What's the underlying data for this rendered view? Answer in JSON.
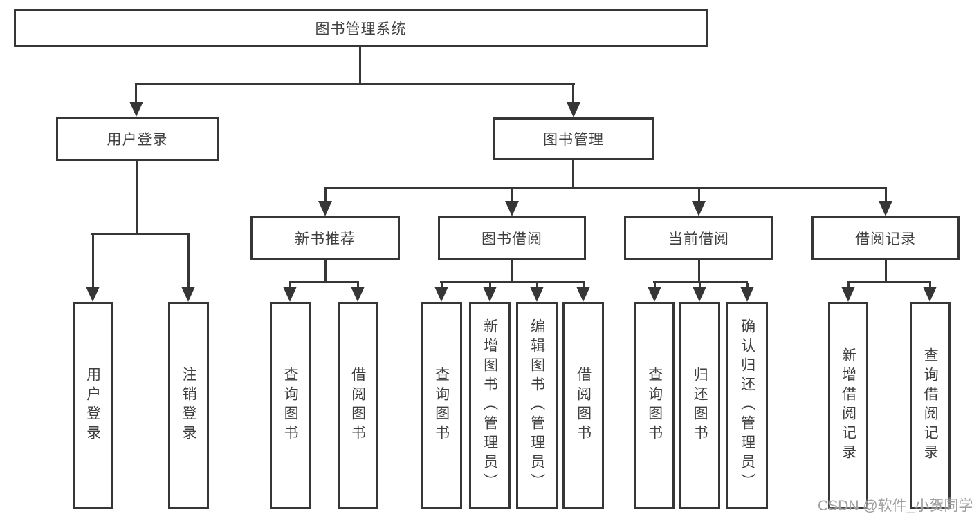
{
  "diagram": {
    "type": "hierarchy-tree",
    "root": {
      "label": "图书管理系统"
    },
    "level2": [
      {
        "id": "user-login",
        "label": "用户登录",
        "parent": "图书管理系统"
      },
      {
        "id": "book-management",
        "label": "图书管理",
        "parent": "图书管理系统"
      }
    ],
    "level3": [
      {
        "id": "new-book-recommendation",
        "label": "新书推荐",
        "parent": "图书管理"
      },
      {
        "id": "book-borrowing",
        "label": "图书借阅",
        "parent": "图书管理"
      },
      {
        "id": "current-borrowing",
        "label": "当前借阅",
        "parent": "图书管理"
      },
      {
        "id": "borrowing-records",
        "label": "借阅记录",
        "parent": "图书管理"
      }
    ],
    "leaves": [
      {
        "label": "用户登录",
        "parent": "用户登录"
      },
      {
        "label": "注销登录",
        "parent": "用户登录"
      },
      {
        "label": "查询图书",
        "parent": "新书推荐"
      },
      {
        "label": "借阅图书",
        "parent": "新书推荐"
      },
      {
        "label": "查询图书",
        "parent": "图书借阅"
      },
      {
        "label": "新增图书（管理员）",
        "parent": "图书借阅"
      },
      {
        "label": "编辑图书（管理员）",
        "parent": "图书借阅"
      },
      {
        "label": "借阅图书",
        "parent": "图书借阅"
      },
      {
        "label": "查询图书",
        "parent": "当前借阅"
      },
      {
        "label": "归还图书",
        "parent": "当前借阅"
      },
      {
        "label": "确认归还（管理员）",
        "parent": "当前借阅"
      },
      {
        "label": "新增借阅记录",
        "parent": "借阅记录"
      },
      {
        "label": "查询借阅记录",
        "parent": "借阅记录"
      }
    ]
  },
  "watermark": {
    "text": "CSDN @软件_小贺同学"
  },
  "colors": {
    "line": "#363636",
    "text": "#3f3f3f",
    "box_background": "#ffffff",
    "page_background": "#ffffff",
    "watermark": "#9e9e9e"
  }
}
